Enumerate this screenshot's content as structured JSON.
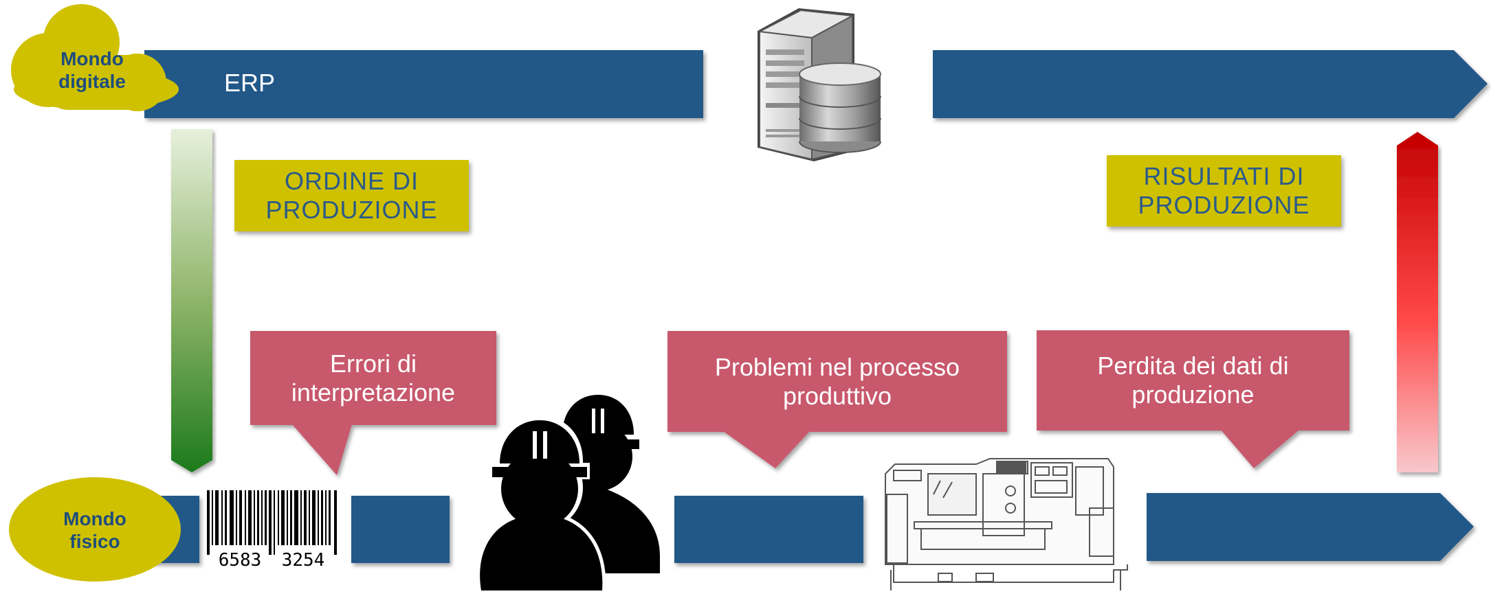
{
  "top_bar": {
    "label": "ERP"
  },
  "worlds": {
    "digital": "Mondo\ndigitale",
    "physical": "Mondo\nfisico"
  },
  "boxes": {
    "order": "ORDINE DI\nPRODUZIONE",
    "results": "RISULTATI DI\nPRODUZIONE"
  },
  "callouts": {
    "interpretation": "Errori di\ninterpretazione",
    "process": "Problemi nel processo\nproduttivo",
    "data_loss": "Perdita dei dati di\nproduzione"
  },
  "barcode": {
    "left_digits": "6583",
    "right_digits": "3254"
  },
  "colors": {
    "bar_blue": "#245988",
    "yellow": "#cfc100",
    "callout_red": "#c8596c",
    "arrow_green": "#1e7a1e",
    "arrow_red": "#cc0000"
  },
  "icons": [
    "cloud-icon",
    "server-database-icon",
    "barcode-icon",
    "workers-helmet-icon",
    "cnc-machine-icon"
  ]
}
